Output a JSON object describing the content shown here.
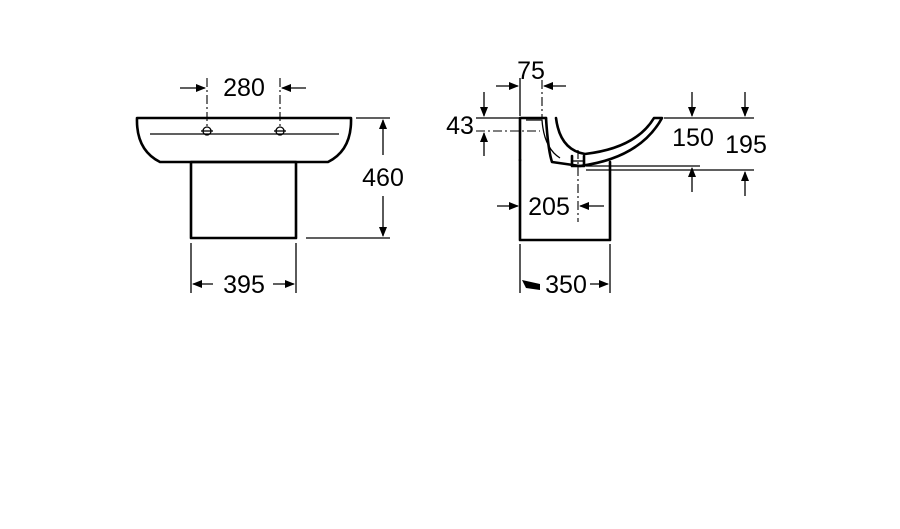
{
  "front_view": {
    "tap_hole_spacing": "280",
    "pedestal_width": "395",
    "total_height": "460"
  },
  "side_view": {
    "wall_offset": "75",
    "rim_thickness": "43",
    "bowl_depth": "150",
    "bowl_total_depth": "195",
    "waste_offset": "205",
    "projection": "350"
  }
}
